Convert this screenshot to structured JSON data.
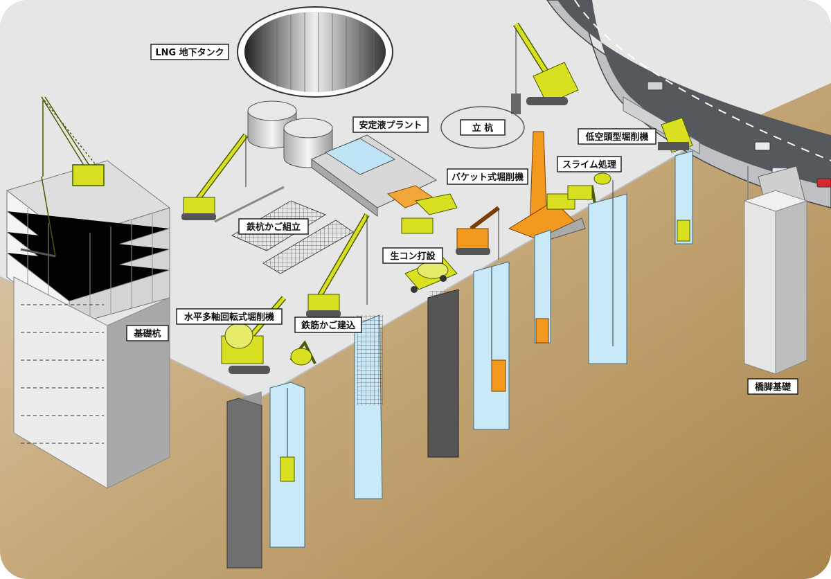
{
  "labels": {
    "lng_tank": "LNG 地下タンク",
    "stabilizer_plant": "安定液プラント",
    "shaft": "立 杭",
    "low_headroom": "低空頭型堀削機",
    "slime": "スライム処理",
    "bucket": "バケット式堀削機",
    "cage_assembly": "鉄杭かご組立",
    "ready_mix": "生コン打設",
    "hydrofraise": "水平多軸回転式堀削機",
    "cage_insert": "鉄筋かご建込",
    "foundation_pile": "基礎杭",
    "pier_foundation": "橋脚基礎"
  },
  "colors": {
    "machine_yellow": "#d9e021",
    "machine_orange": "#f39a1e",
    "slurry_blue": "#c9e8f8",
    "concrete_gray": "#6f6f6f",
    "ground_surface": "#e6e6e6"
  }
}
